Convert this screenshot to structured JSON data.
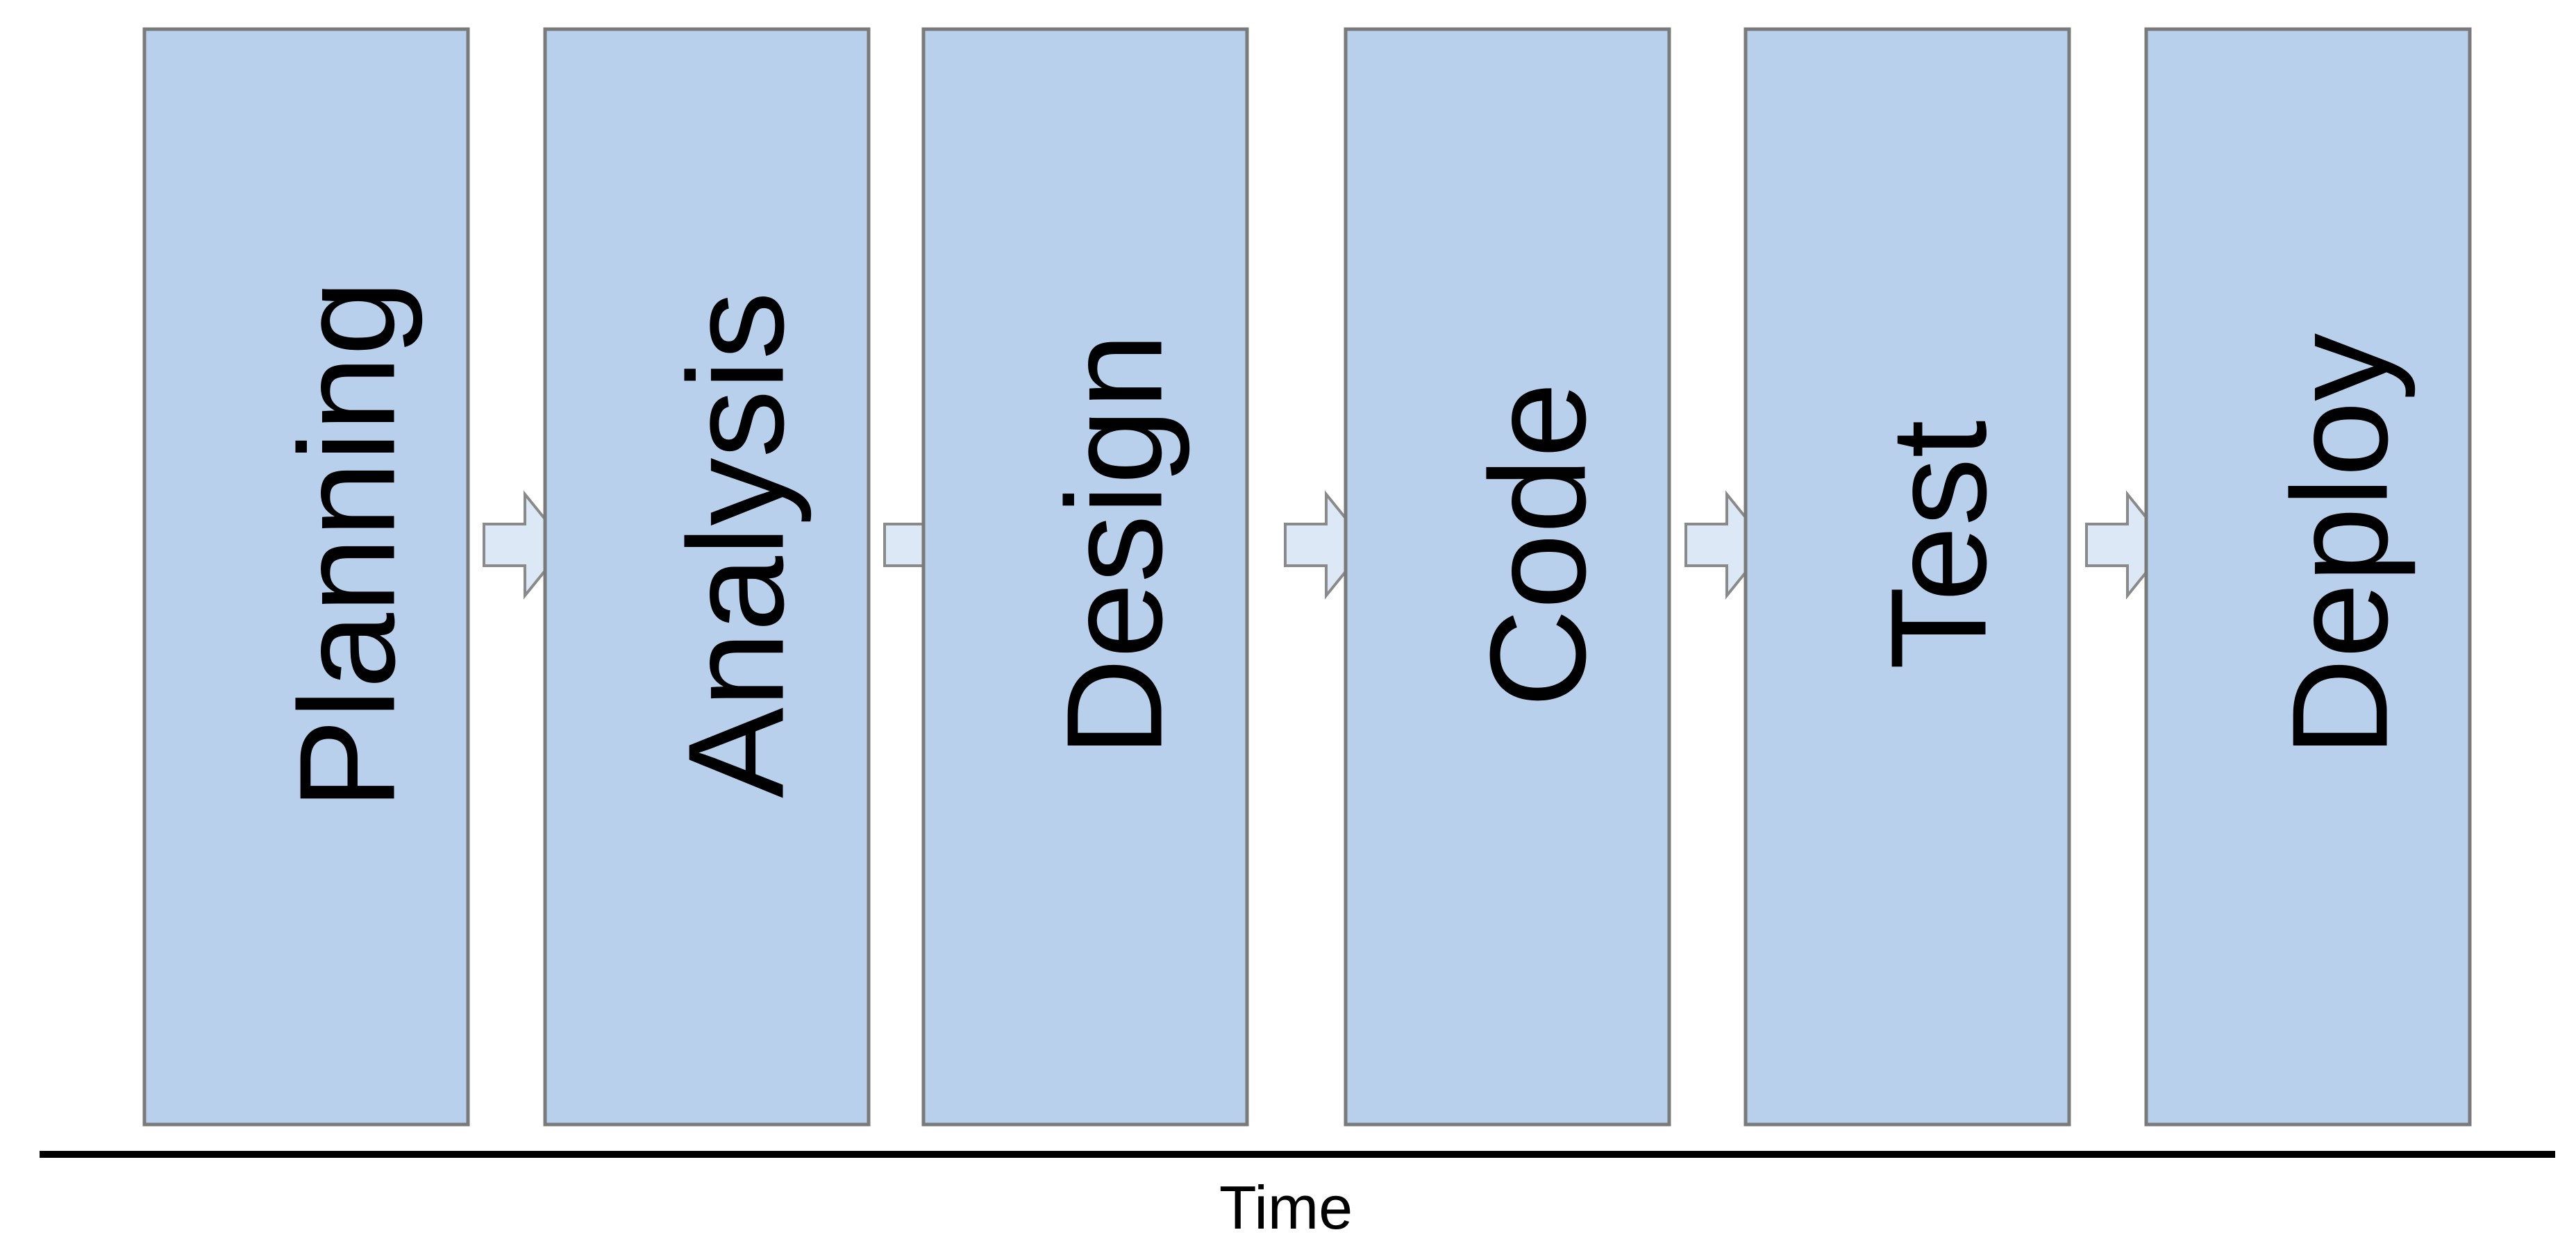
{
  "diagram": {
    "phases": [
      {
        "label": "Planning"
      },
      {
        "label": "Analysis"
      },
      {
        "label": "Design"
      },
      {
        "label": "Code"
      },
      {
        "label": "Test"
      },
      {
        "label": "Deploy"
      }
    ],
    "axis_label": "Time"
  },
  "colors": {
    "box_fill": "#b8d0ec",
    "box_stroke": "#7a7a7a",
    "arrow_fill": "#dde8f6",
    "arrow_stroke": "#8a8a8a",
    "axis": "#000000"
  }
}
